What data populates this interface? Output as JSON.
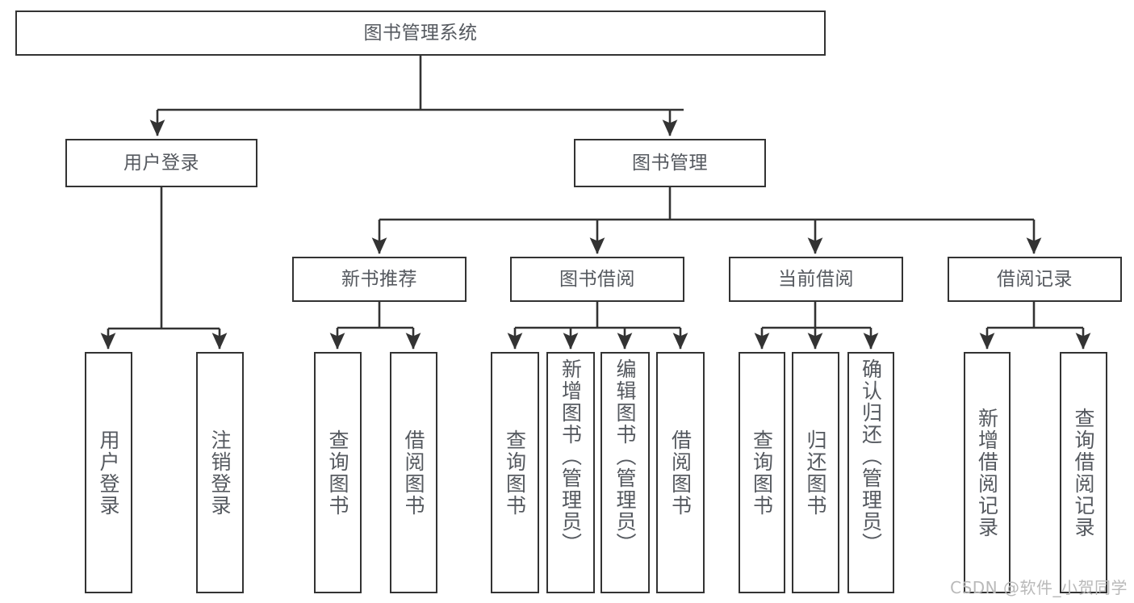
{
  "diagram": {
    "type": "tree",
    "title": "图书管理系统",
    "stroke_color": "#333333",
    "text_color": "#55595f",
    "background": "#ffffff",
    "nodes": {
      "root": {
        "label": "图书管理系统",
        "orientation": "horizontal"
      },
      "user_login": {
        "label": "用户登录",
        "orientation": "horizontal"
      },
      "book_manage": {
        "label": "图书管理",
        "orientation": "horizontal"
      },
      "new_book_rec": {
        "label": "新书推荐",
        "orientation": "horizontal"
      },
      "book_borrow": {
        "label": "图书借阅",
        "orientation": "horizontal"
      },
      "current_borrow": {
        "label": "当前借阅",
        "orientation": "horizontal"
      },
      "borrow_record": {
        "label": "借阅记录",
        "orientation": "horizontal"
      },
      "leaf_user_login": {
        "label": "用户登录",
        "orientation": "vertical"
      },
      "leaf_logout": {
        "label": "注销登录",
        "orientation": "vertical"
      },
      "leaf_rec_query": {
        "label": "查询图书",
        "orientation": "vertical"
      },
      "leaf_rec_borrow": {
        "label": "借阅图书",
        "orientation": "vertical"
      },
      "leaf_bb_query": {
        "label": "查询图书",
        "orientation": "vertical"
      },
      "leaf_bb_add": {
        "label": "新增图书（管理员）",
        "orientation": "vertical"
      },
      "leaf_bb_edit": {
        "label": "编辑图书（管理员）",
        "orientation": "vertical"
      },
      "leaf_bb_borrow": {
        "label": "借阅图书",
        "orientation": "vertical"
      },
      "leaf_cb_query": {
        "label": "查询图书",
        "orientation": "vertical"
      },
      "leaf_cb_return": {
        "label": "归还图书",
        "orientation": "vertical"
      },
      "leaf_cb_confirm": {
        "label": "确认归还（管理员）",
        "orientation": "vertical"
      },
      "leaf_br_add": {
        "label": "新增借阅记录",
        "orientation": "vertical"
      },
      "leaf_br_query": {
        "label": "查询借阅记录",
        "orientation": "vertical"
      }
    },
    "edges": [
      {
        "from": "root",
        "to": "user_login"
      },
      {
        "from": "root",
        "to": "book_manage"
      },
      {
        "from": "user_login",
        "to": "leaf_user_login"
      },
      {
        "from": "user_login",
        "to": "leaf_logout"
      },
      {
        "from": "book_manage",
        "to": "new_book_rec"
      },
      {
        "from": "book_manage",
        "to": "book_borrow"
      },
      {
        "from": "book_manage",
        "to": "current_borrow"
      },
      {
        "from": "book_manage",
        "to": "borrow_record"
      },
      {
        "from": "new_book_rec",
        "to": "leaf_rec_query"
      },
      {
        "from": "new_book_rec",
        "to": "leaf_rec_borrow"
      },
      {
        "from": "book_borrow",
        "to": "leaf_bb_query"
      },
      {
        "from": "book_borrow",
        "to": "leaf_bb_add"
      },
      {
        "from": "book_borrow",
        "to": "leaf_bb_edit"
      },
      {
        "from": "book_borrow",
        "to": "leaf_bb_borrow"
      },
      {
        "from": "current_borrow",
        "to": "leaf_cb_query"
      },
      {
        "from": "current_borrow",
        "to": "leaf_cb_return"
      },
      {
        "from": "current_borrow",
        "to": "leaf_cb_confirm"
      },
      {
        "from": "borrow_record",
        "to": "leaf_br_add"
      },
      {
        "from": "borrow_record",
        "to": "leaf_br_query"
      }
    ]
  },
  "watermark": {
    "text": "CSDN @软件_小贺同学"
  }
}
